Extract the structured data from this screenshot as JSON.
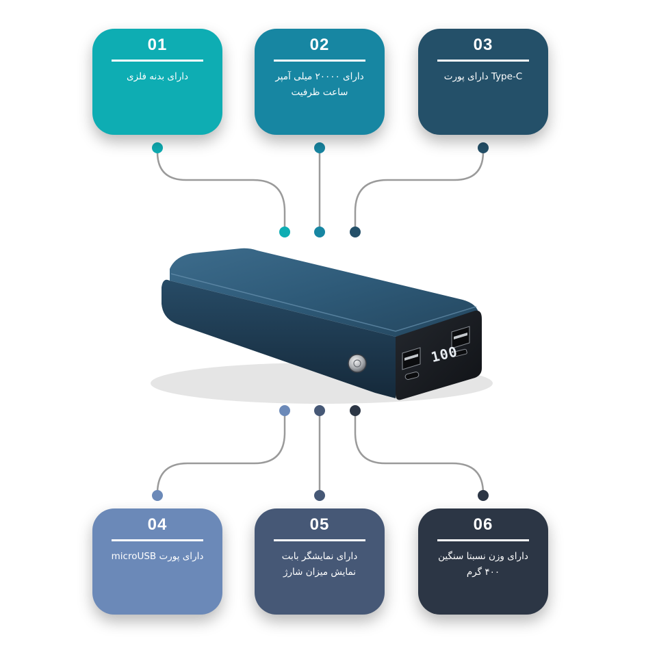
{
  "features": [
    {
      "num": "01",
      "text": "دارای بدنه فلزی",
      "color": "#0eadb3"
    },
    {
      "num": "02",
      "text": "دارای ۲۰۰۰۰ میلی آمپر ساعت ظرفیت",
      "color": "#1786a2"
    },
    {
      "num": "03",
      "text": "Type-C دارای پورت",
      "color": "#245069"
    },
    {
      "num": "04",
      "text": "دارای پورت microUSB",
      "color": "#6b89b8"
    },
    {
      "num": "05",
      "text": "دارای نمایشگر بابت نمایش میزان شارژ",
      "color": "#465876"
    },
    {
      "num": "06",
      "text": "دارای وزن نسبتا سنگین ۴۰۰ گرم",
      "color": "#2c3645"
    }
  ],
  "product": {
    "display_reading": "100",
    "body_color": "#2b5573",
    "face_color": "#1a1d22"
  },
  "connector_color": "#9a9a9a"
}
